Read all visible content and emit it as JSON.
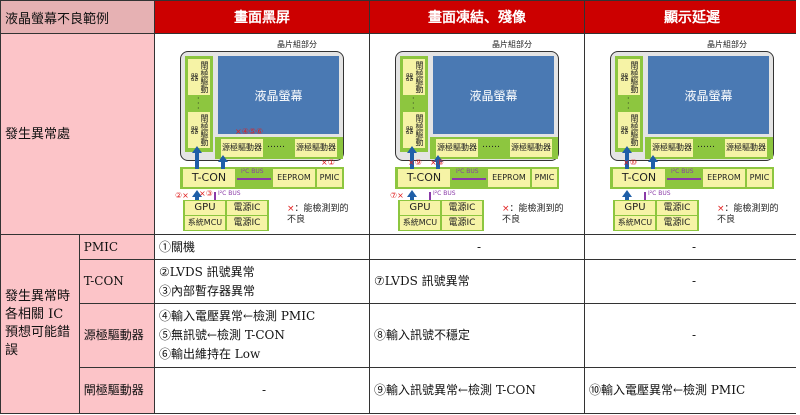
{
  "title": "液晶螢幕不良範例",
  "columns": [
    "畫面黑屏",
    "畫面凍結、殘像",
    "顯示延遲"
  ],
  "row_occurrence": "發生異常處",
  "row_errors": "發生異常時各相關 IC 預想可能錯誤",
  "diagram": {
    "chipset_label": "晶片組部分",
    "lcd": "液晶螢幕",
    "gate_driver": "閘極驅動器",
    "source_driver": "源極驅動器",
    "tcon": "T-CON",
    "eeprom": "EEPROM",
    "pmic": "PMIC",
    "i2c": "I²C BUS",
    "gpu": "GPU",
    "power_ic": "電源IC",
    "mcu": "系統MCU",
    "legend_mark": "×",
    "legend": "：能檢測到的不良",
    "markers": {
      "col1": {
        "source": "×④⑤⑥",
        "pmic": "×①",
        "tcon": "×③",
        "gpu": "②×"
      },
      "col2": {
        "gate": "×⑨",
        "source": "×⑧",
        "gpu": "⑦×"
      },
      "col3": {
        "gate": "×⑩"
      }
    }
  },
  "rows": [
    {
      "ic": "PMIC",
      "c1": [
        "①關機"
      ],
      "c2": [
        "-"
      ],
      "c3": [
        "-"
      ]
    },
    {
      "ic": "T-CON",
      "c1": [
        "②LVDS 訊號異常",
        "③內部暫存器異常"
      ],
      "c2": [
        "⑦LVDS 訊號異常"
      ],
      "c3": [
        "-"
      ]
    },
    {
      "ic": "源極驅動器",
      "c1": [
        "④輸入電壓異常←檢測 PMIC",
        "⑤無訊號←檢測 T-CON",
        "⑥輸出維持在 Low"
      ],
      "c2": [
        "⑧輸入訊號不穩定"
      ],
      "c3": [
        "-"
      ]
    },
    {
      "ic": "閘極驅動器",
      "c1": [
        "-"
      ],
      "c2": [
        "⑨輸入訊號異常←檢測 T-CON"
      ],
      "c3": [
        "⑩輸入電壓異常←檢測 PMIC"
      ]
    }
  ]
}
